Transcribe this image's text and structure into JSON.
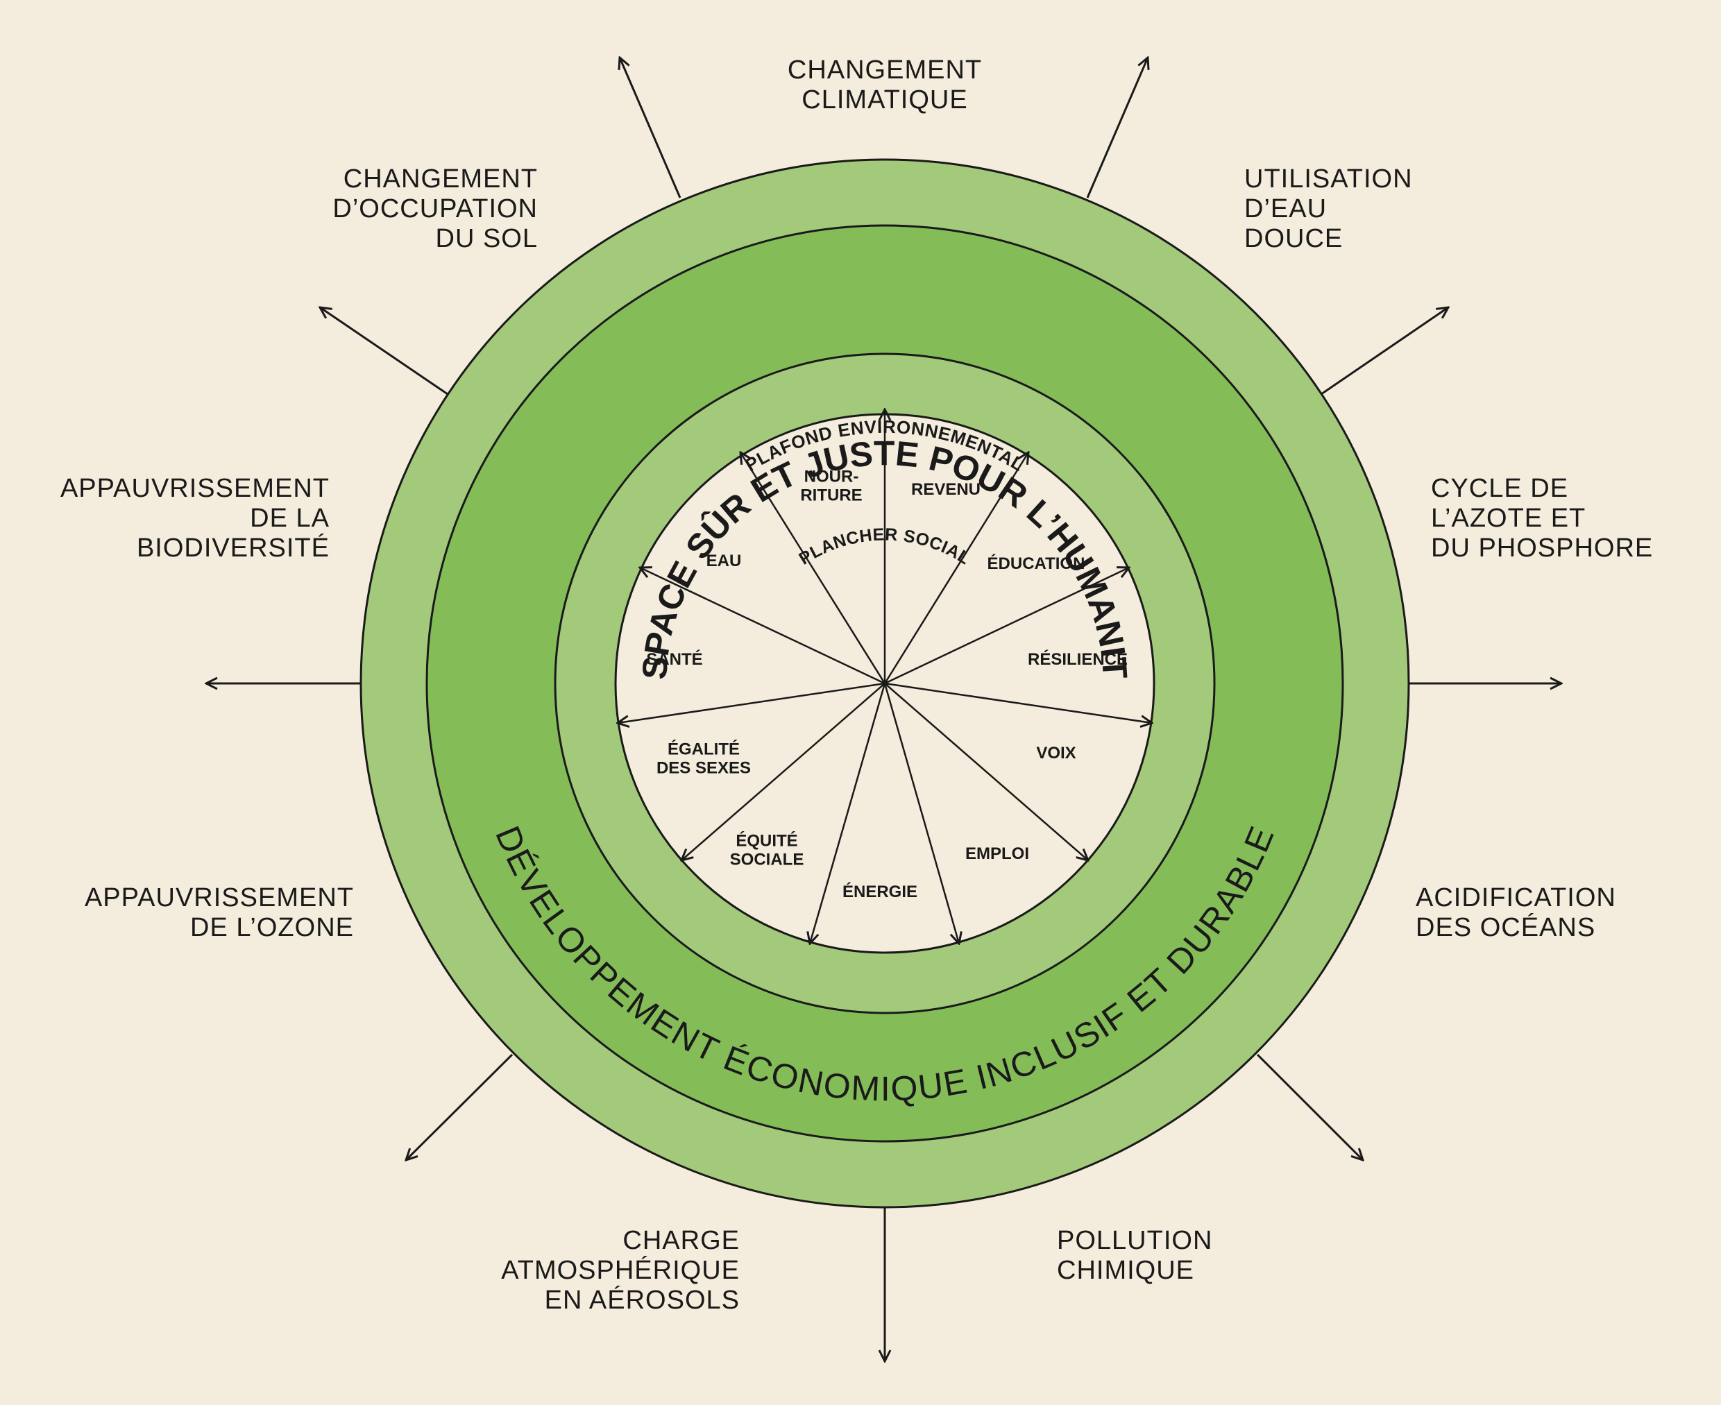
{
  "colors": {
    "background": "#f4ecdc",
    "outer_ring": "#a3c97b",
    "middle_ring": "#84bd58",
    "inner_ring": "#a3c97b",
    "core": "#f4ecdc",
    "ink": "#1a1a1a"
  },
  "rings": {
    "ceiling_label": "PLAFOND ENVIRONNEMENTAL",
    "safe_space_label": "ESPACE SÛR ET JUSTE POUR L’HUMANITÉ",
    "floor_label": "PLANCHER SOCIAL",
    "development_label": "DÉVELOPPEMENT ÉCONOMIQUE INCLUSIF ET DURABLE"
  },
  "planetary_boundaries": [
    {
      "id": "climate",
      "lines": [
        "CHANGEMENT",
        "CLIMATIQUE"
      ]
    },
    {
      "id": "freshwater",
      "lines": [
        "UTILISATION",
        "D’EAU",
        "DOUCE"
      ]
    },
    {
      "id": "nitrogen",
      "lines": [
        "CYCLE DE",
        "L’AZOTE ET",
        "DU PHOSPHORE"
      ]
    },
    {
      "id": "ocean",
      "lines": [
        "ACIDIFICATION",
        "DES OCÉANS"
      ]
    },
    {
      "id": "chemical",
      "lines": [
        "POLLUTION",
        "CHIMIQUE"
      ]
    },
    {
      "id": "aerosol",
      "lines": [
        "CHARGE",
        "ATMOSPHÉRIQUE",
        "EN AÉROSOLS"
      ]
    },
    {
      "id": "ozone",
      "lines": [
        "APPAUVRISSEMENT",
        "DE L’OZONE"
      ]
    },
    {
      "id": "biodiversity",
      "lines": [
        "APPAUVRISSEMENT",
        "DE LA",
        "BIODIVERSITÉ"
      ]
    },
    {
      "id": "land",
      "lines": [
        "CHANGEMENT",
        "D’OCCUPATION",
        "DU SOL"
      ]
    }
  ],
  "social_foundations": [
    {
      "id": "food",
      "lines": [
        "NOUR-",
        "RITURE"
      ]
    },
    {
      "id": "income",
      "lines": [
        "REVENU"
      ]
    },
    {
      "id": "education",
      "lines": [
        "ÉDUCATION"
      ]
    },
    {
      "id": "resilience",
      "lines": [
        "RÉSILIENCE"
      ]
    },
    {
      "id": "voice",
      "lines": [
        "VOIX"
      ]
    },
    {
      "id": "jobs",
      "lines": [
        "EMPLOI"
      ]
    },
    {
      "id": "energy",
      "lines": [
        "ÉNERGIE"
      ]
    },
    {
      "id": "equity",
      "lines": [
        "ÉQUITÉ",
        "SOCIALE"
      ]
    },
    {
      "id": "gender",
      "lines": [
        "ÉGALITÉ",
        "DES SEXES"
      ]
    },
    {
      "id": "health",
      "lines": [
        "SANTÉ"
      ]
    },
    {
      "id": "water",
      "lines": [
        "EAU"
      ]
    }
  ]
}
